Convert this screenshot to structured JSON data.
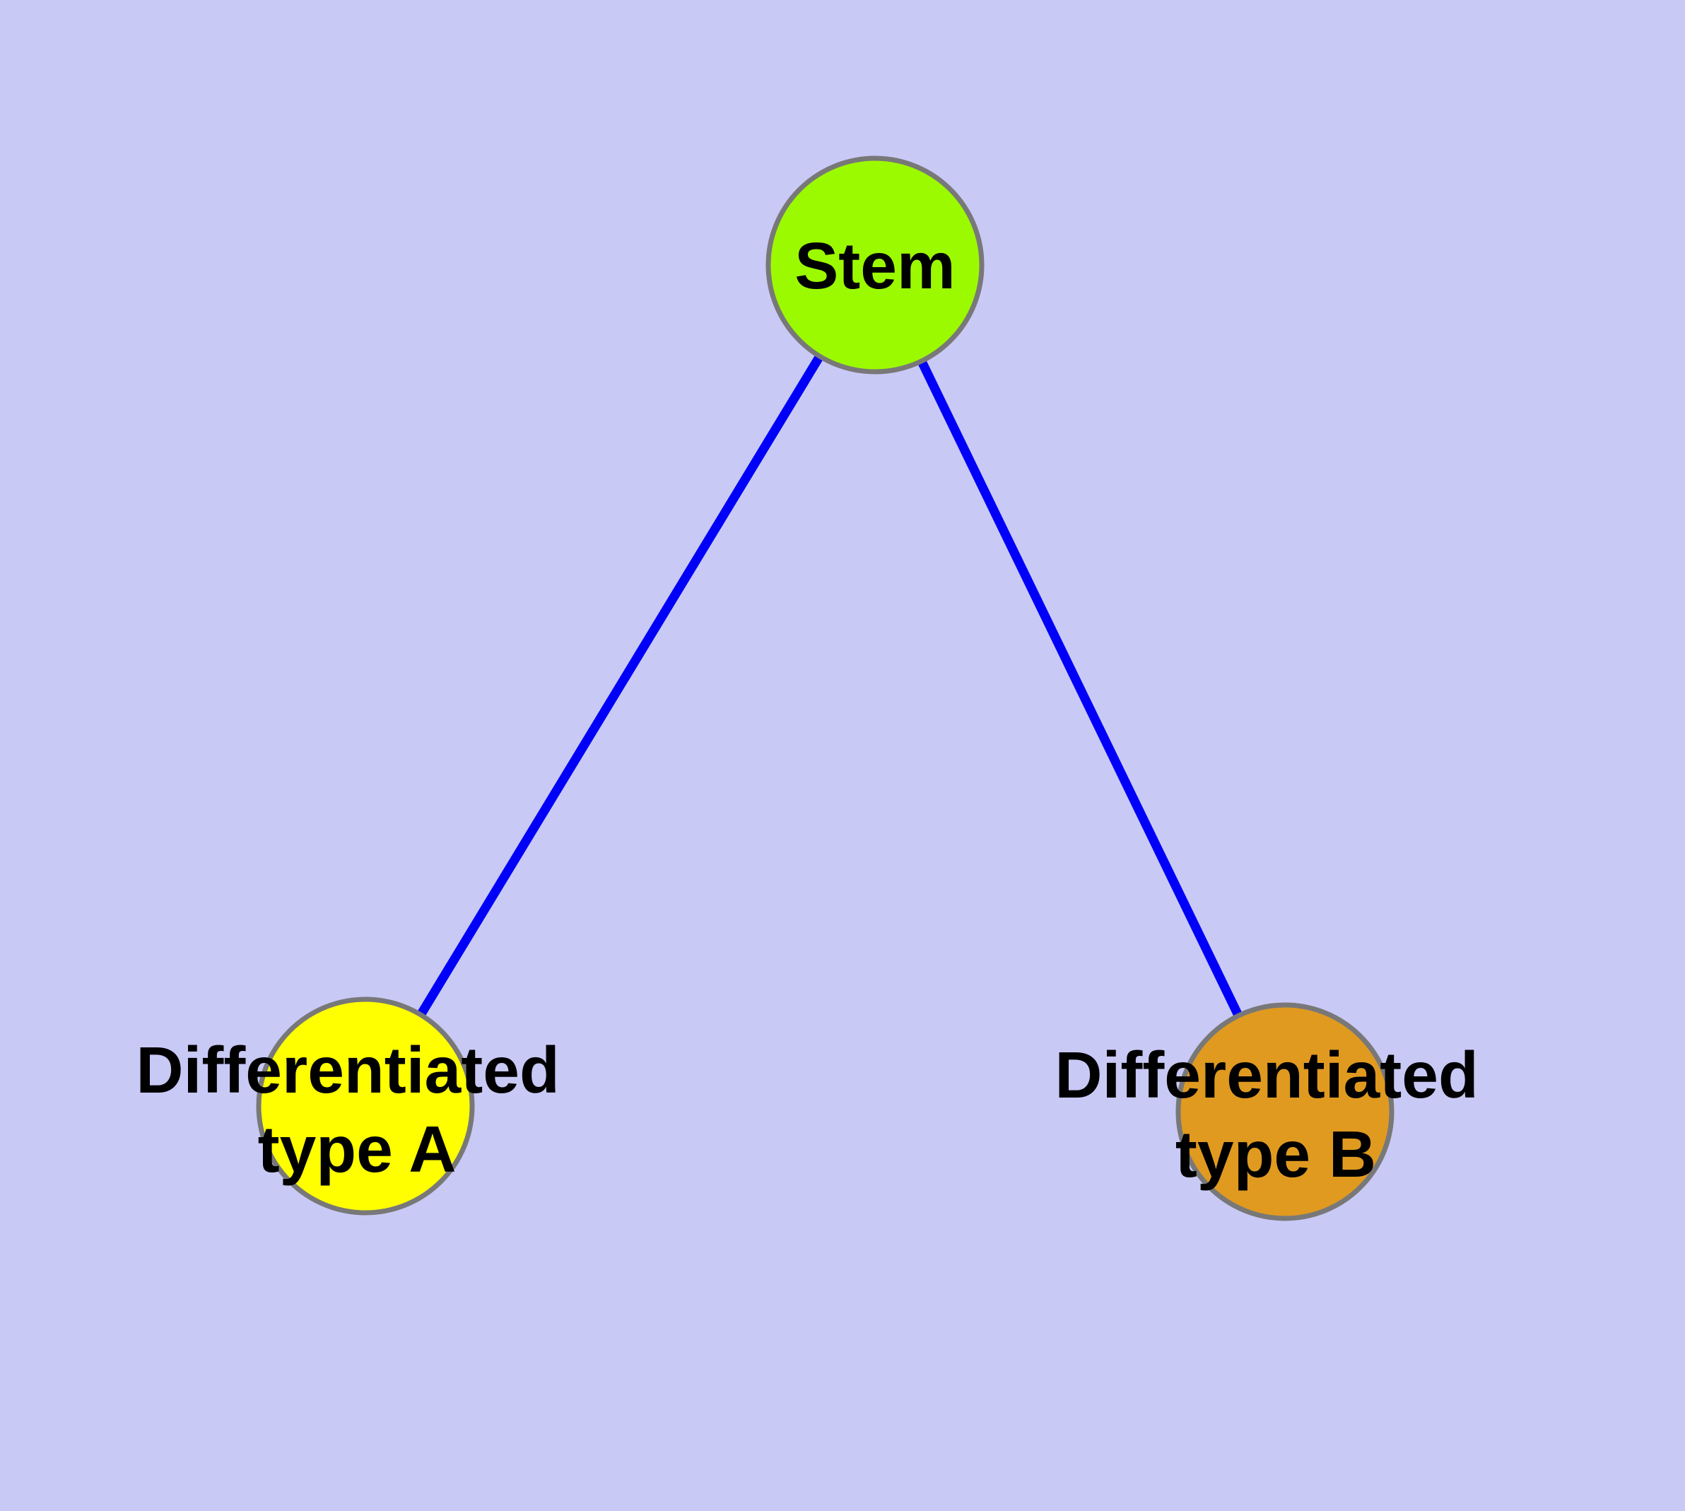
{
  "diagram": {
    "background_color": "#c9c9f6",
    "edge_color": "#0000f8",
    "node_border_color": "#787878",
    "label_color": "#000000",
    "nodes": [
      {
        "id": "stem",
        "label": "Stem",
        "fill_color": "#9cfa00"
      },
      {
        "id": "differentiated-type-a",
        "label_line1": "Differentiated",
        "label_line2": "type A",
        "fill_color": "#ffff00"
      },
      {
        "id": "differentiated-type-b",
        "label_line1": "Differentiated",
        "label_line2": "type B",
        "fill_color": "#e09a20"
      }
    ],
    "edges": [
      {
        "from": "Stem",
        "to": "Differentiated type A"
      },
      {
        "from": "Stem",
        "to": "Differentiated type B"
      }
    ]
  }
}
